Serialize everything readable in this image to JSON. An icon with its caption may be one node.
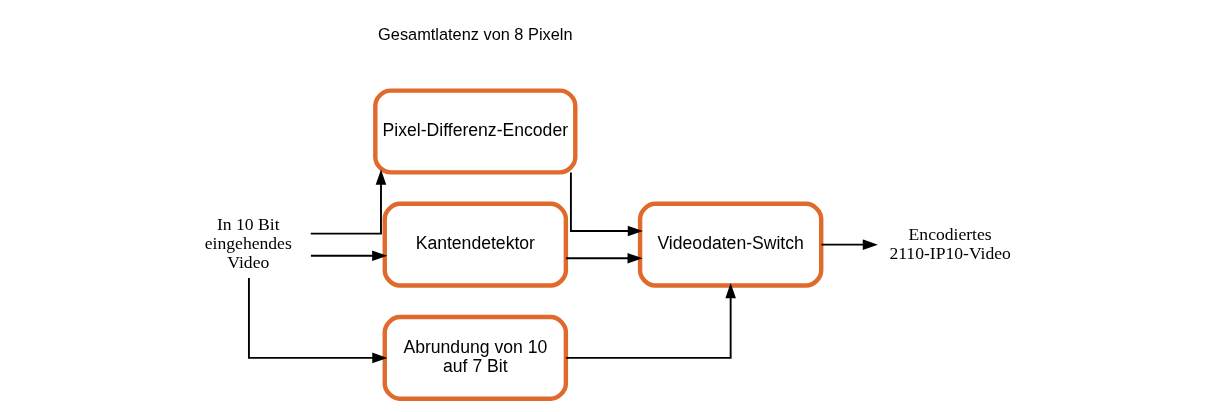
{
  "diagram": {
    "nodes": [
      {
        "text": [
          "In 10 Bit eingehendes Video"
        ]
      },
      {
        "text": [
          "Pixel-Differenz-Encoder"
        ]
      },
      {
        "text": [
          "Kantendetektor"
        ]
      },
      {
        "text": [
          "Abrundung von 10 auf 7 Bit"
        ]
      },
      {
        "text": [
          "Videodaten-Switch"
        ]
      },
      {
        "text": [
          "Encodiertes 2110-IP10-Video"
        ]
      }
    ],
    "edges": [
      {
        "from": 0,
        "to": 1,
        "arrow": "to"
      },
      {
        "from": 0,
        "to": 2,
        "arrow": "to"
      },
      {
        "from": 0,
        "to": 3,
        "arrow": "to"
      },
      {
        "from": 1,
        "to": 4,
        "arrow": "to"
      },
      {
        "from": 2,
        "to": 4,
        "arrow": "to"
      },
      {
        "from": 3,
        "to": 4,
        "arrow": "to"
      },
      {
        "from": 4,
        "to": 5,
        "arrow": "to"
      }
    ],
    "labels": [
      "Gesamtlatenz von 8 Pixeln"
    ]
  }
}
